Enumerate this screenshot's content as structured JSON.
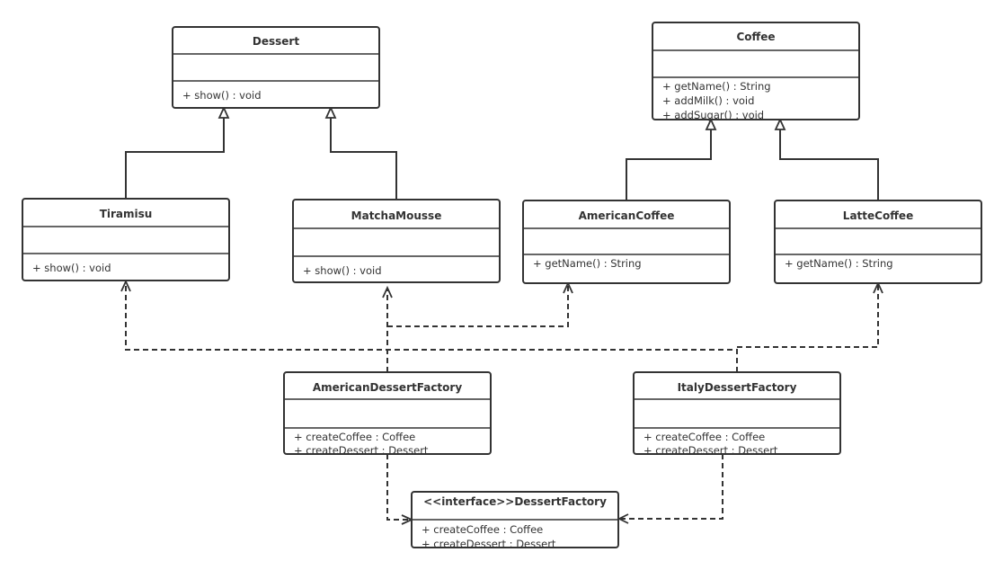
{
  "classes": {
    "dessert": {
      "name": "Dessert",
      "methods": [
        "+ show() : void"
      ]
    },
    "coffee": {
      "name": "Coffee",
      "methods": [
        "+ getName() : String",
        "+ addMilk() : void",
        "+ addSugar() : void"
      ]
    },
    "tiramisu": {
      "name": "Tiramisu",
      "methods": [
        "+ show() : void"
      ]
    },
    "matcha_mousse": {
      "name": "MatchaMousse",
      "methods": [
        "+ show() : void"
      ]
    },
    "american_coffee": {
      "name": "AmericanCoffee",
      "methods": [
        "+ getName() : String"
      ]
    },
    "latte_coffee": {
      "name": "LatteCoffee",
      "methods": [
        "+ getName() : String"
      ]
    },
    "american_dessert_factory": {
      "name": "AmericanDessertFactory",
      "methods": [
        "+ createCoffee : Coffee",
        "+ createDessert : Dessert"
      ]
    },
    "italy_dessert_factory": {
      "name": "ItalyDessertFactory",
      "methods": [
        "+ createCoffee : Coffee",
        "+ createDessert : Dessert"
      ]
    },
    "dessert_factory": {
      "name": "<<interface>>DessertFactory",
      "methods": [
        "+ createCoffee : Coffee",
        "+ createDessert : Dessert"
      ]
    }
  },
  "relations": [
    {
      "type": "generalization",
      "from": "Tiramisu",
      "to": "Dessert"
    },
    {
      "type": "generalization",
      "from": "MatchaMousse",
      "to": "Dessert"
    },
    {
      "type": "generalization",
      "from": "AmericanCoffee",
      "to": "Coffee"
    },
    {
      "type": "generalization",
      "from": "LatteCoffee",
      "to": "Coffee"
    },
    {
      "type": "dependency",
      "from": "AmericanDessertFactory",
      "to": "MatchaMousse"
    },
    {
      "type": "dependency",
      "from": "AmericanDessertFactory",
      "to": "AmericanCoffee"
    },
    {
      "type": "dependency",
      "from": "ItalyDessertFactory",
      "to": "Tiramisu"
    },
    {
      "type": "dependency",
      "from": "ItalyDessertFactory",
      "to": "LatteCoffee"
    },
    {
      "type": "realization",
      "from": "AmericanDessertFactory",
      "to": "<<interface>>DessertFactory"
    },
    {
      "type": "realization",
      "from": "ItalyDessertFactory",
      "to": "<<interface>>DessertFactory"
    }
  ]
}
